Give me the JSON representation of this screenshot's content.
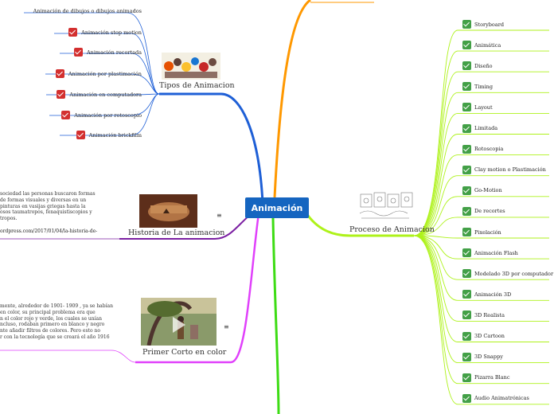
{
  "central": "Animación",
  "tipos": {
    "title": "Tipos de Animacion",
    "items": [
      "Animación de dibujos o dibujos animados",
      "Animación stop motion",
      "Animación recortada",
      "Animación por plastimación",
      "Animación en computadora",
      "Animación por rotoscopio",
      "Animación brickfilm"
    ]
  },
  "historia": {
    "title": "Historia de La animacion",
    "text": "sociedad las personas buscaron formas\nde formas visuales y diversas en un\npinturas en vasijas griegas hasta la\nosos taumatropos, fenaquistiscopios y\ntropos.",
    "link": "ordpress.com/2017/01/04/la-historia-de-"
  },
  "corto": {
    "title": "Primer Corto en color",
    "text": "mente, alrededor de 1901- 1909 , ya se habían\nen color, su principal problema era que\nn el color rojo y verde, los cuales se unían\nncluso, rodaban primero en blanco y negro\nnte añadir filtros de colores. Pero esto no\nr con la tecnología que se creará el año 1916"
  },
  "proceso": {
    "title": "Proceso de Animacion",
    "items": [
      "Storyboard",
      "Animática",
      "Diseño",
      "Timing",
      "Layout",
      "Limitada",
      "Rotoscopia",
      "Clay motion o Plastimación",
      "Go-Motion",
      "De recortes",
      "Pixelación",
      "Animación Flash",
      "Modelado 3D por computador",
      "Animación 3D",
      "3D Realista",
      "3D Cartoon",
      "3D Snappy",
      "Pizarra Blanc",
      "Audio Animatrónicas"
    ]
  },
  "icons": {
    "menu": "≡",
    "check": "checkbox-icon"
  },
  "colors": {
    "central": "#1565c0",
    "blue_branch": "#1e5fd6",
    "orange_branch": "#ff8f00",
    "green_branch": "#aef21a",
    "purple_branch": "#7b1fa2",
    "magenta_branch": "#e040fb",
    "bright_green_branch": "#3ddc14"
  }
}
